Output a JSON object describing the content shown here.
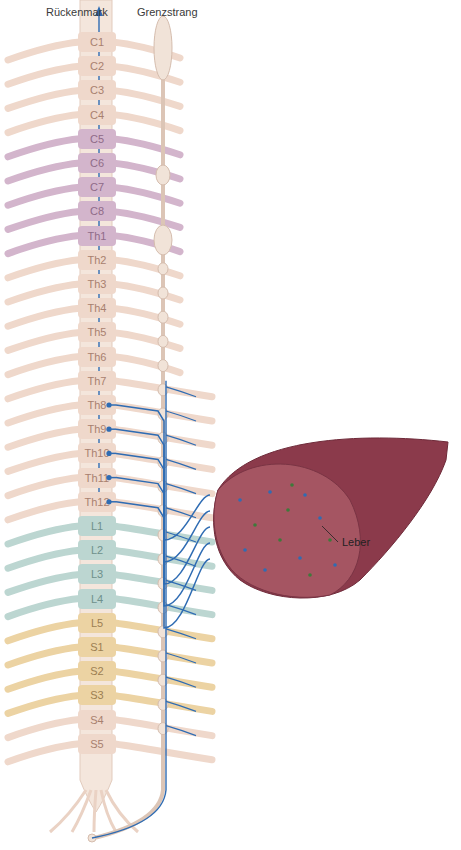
{
  "diagram": {
    "nodes": [
      {
        "text": [
          "C1"
        ]
      },
      {
        "text": [
          "C2"
        ]
      },
      {
        "text": [
          "C3"
        ]
      },
      {
        "text": [
          "C4"
        ]
      },
      {
        "text": [
          "C5"
        ]
      },
      {
        "text": [
          "C6"
        ]
      },
      {
        "text": [
          "C7"
        ]
      },
      {
        "text": [
          "C8"
        ]
      },
      {
        "text": [
          "Th1"
        ]
      },
      {
        "text": [
          "Th2"
        ]
      },
      {
        "text": [
          "Th3"
        ]
      },
      {
        "text": [
          "Th4"
        ]
      },
      {
        "text": [
          "Th5"
        ]
      },
      {
        "text": [
          "Th6"
        ]
      },
      {
        "text": [
          "Th7"
        ]
      },
      {
        "text": [
          "Th8"
        ]
      },
      {
        "text": [
          "Th9"
        ]
      },
      {
        "text": [
          "Th10"
        ]
      },
      {
        "text": [
          "Th11"
        ]
      },
      {
        "text": [
          "Th12"
        ]
      },
      {
        "text": [
          "L1"
        ]
      },
      {
        "text": [
          "L2"
        ]
      },
      {
        "text": [
          "L3"
        ]
      },
      {
        "text": [
          "L4"
        ]
      },
      {
        "text": [
          "L5"
        ]
      },
      {
        "text": [
          "S1"
        ]
      },
      {
        "text": [
          "S2"
        ]
      },
      {
        "text": [
          "S3"
        ]
      },
      {
        "text": [
          "S4"
        ]
      },
      {
        "text": [
          "S5"
        ]
      },
      {
        "text": [
          "Leber"
        ]
      }
    ],
    "edges": [
      {
        "from": 15,
        "to": 30,
        "arrow": "none"
      },
      {
        "from": 16,
        "to": 30,
        "arrow": "none"
      },
      {
        "from": 17,
        "to": 30,
        "arrow": "none"
      },
      {
        "from": 18,
        "to": 30,
        "arrow": "none"
      },
      {
        "from": 19,
        "to": 30,
        "arrow": "none"
      }
    ],
    "labels": [
      "Rückenmark",
      "Grenzstrang"
    ]
  }
}
